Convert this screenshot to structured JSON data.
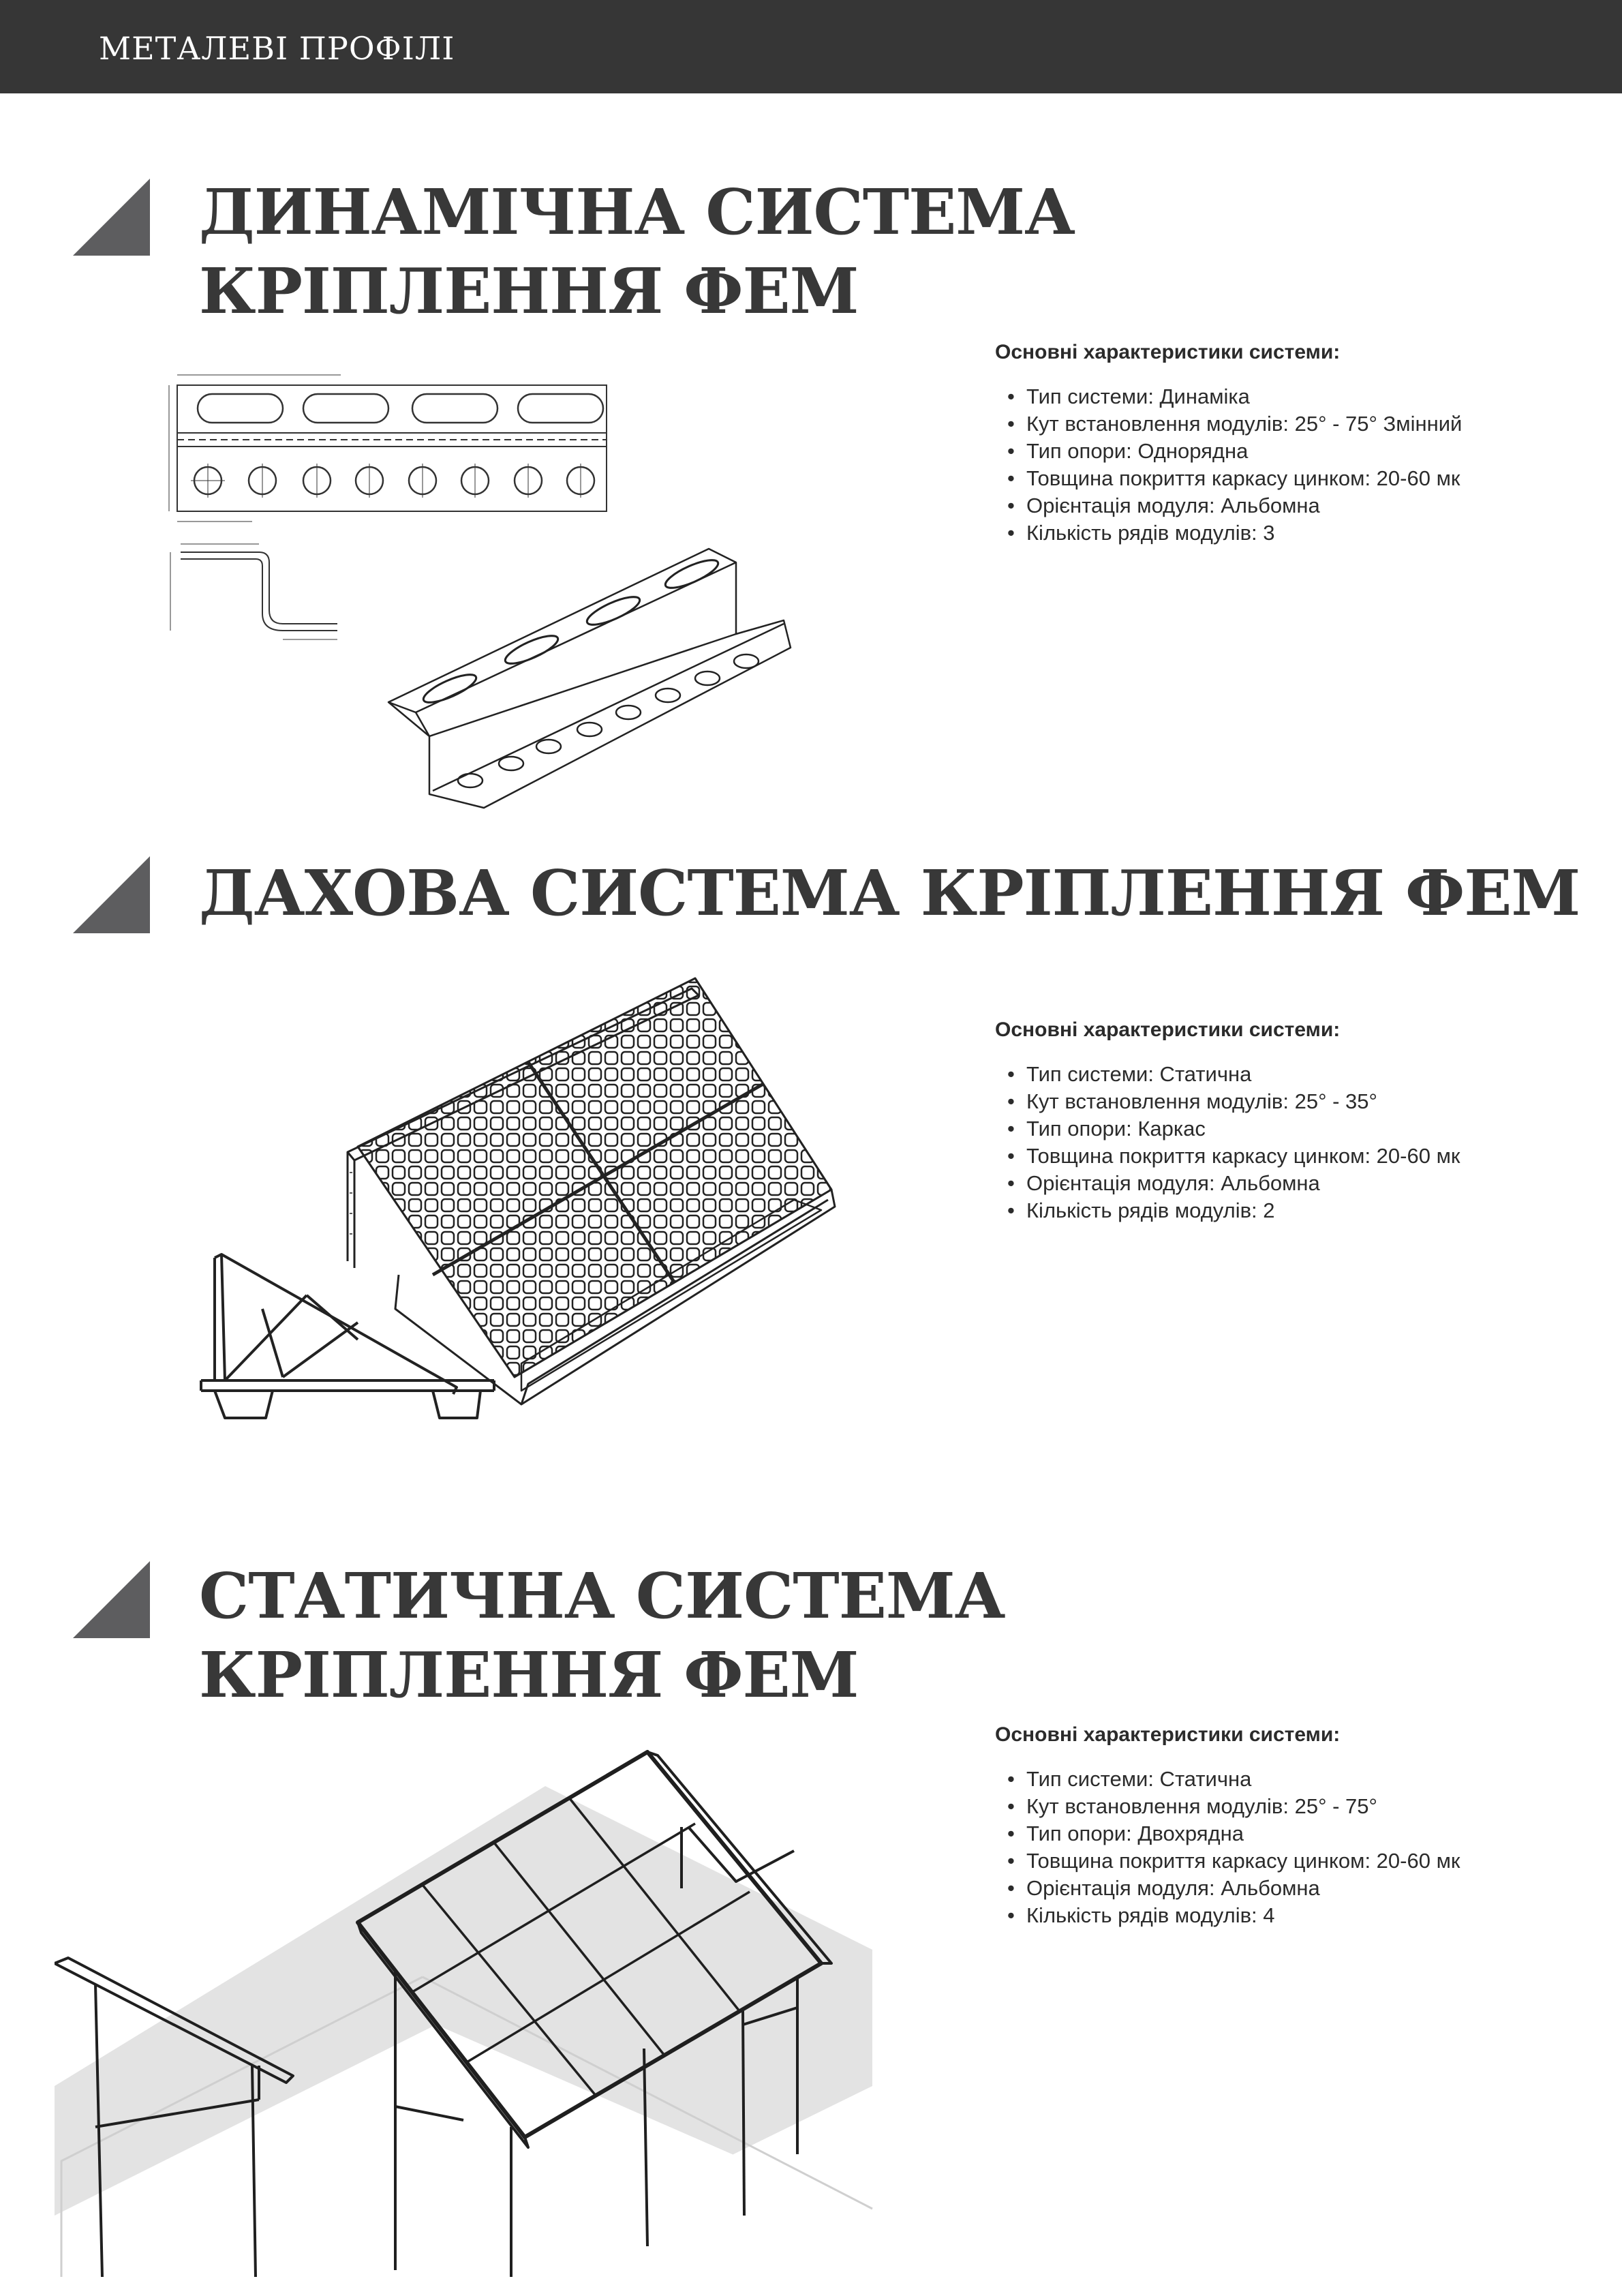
{
  "header": {
    "title": "МЕТАЛЕВІ ПРОФІЛІ"
  },
  "sections": [
    {
      "title_lines": [
        "ДИНАМІЧНА СИСТЕМА",
        "КРІПЛЕННЯ ФЕМ"
      ],
      "specs_heading": "Основні характеристики системи:",
      "specs": [
        "Тип системи: Динаміка",
        "Кут встановлення модулів: 25° - 75° Змінний",
        "Тип опори: Однорядна",
        "Товщина покриття каркасу цинком: 20-60 мк",
        "Орієнтація модуля: Альбомна",
        "Кількість рядів модулів: 3"
      ]
    },
    {
      "title_lines": [
        "ДАХОВА СИСТЕМА КРІПЛЕННЯ ФЕМ"
      ],
      "specs_heading": "Основні характеристики системи:",
      "specs": [
        "Тип системи: Статична",
        "Кут встановлення модулів: 25° - 35°",
        "Тип опори: Каркас",
        "Товщина покриття каркасу цинком: 20-60 мк",
        "Орієнтація модуля: Альбомна",
        "Кількість рядів модулів: 2"
      ]
    },
    {
      "title_lines": [
        "СТАТИЧНА СИСТЕМА",
        "КРІПЛЕННЯ ФЕМ"
      ],
      "specs_heading": "Основні характеристики системи:",
      "specs": [
        "Тип системи: Статична",
        "Кут встановлення модулів: 25° - 75°",
        "Тип опори: Двохрядна",
        "Товщина покриття каркасу цинком: 20-60 мк",
        "Орієнтація модуля: Альбомна",
        "Кількість рядів модулів: 4"
      ]
    }
  ],
  "colors": {
    "header_bg": "#363636",
    "marker": "#5d5d5f",
    "title": "#383838",
    "ground": "#e3e3e3"
  }
}
